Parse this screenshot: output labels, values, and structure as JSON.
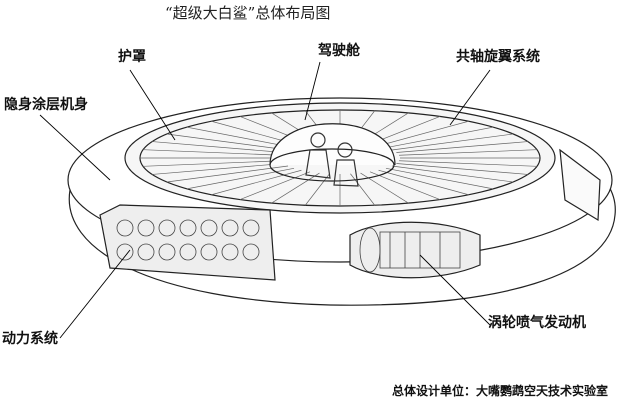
{
  "title": "“超级大白鲨”总体布局图",
  "labels": {
    "shield": "护罩",
    "cockpit": "驾驶舱",
    "rotor": "共轴旋翼系统",
    "fuselage": "隐身涂层机身",
    "power": "动力系统",
    "engine": "涡轮喷气发动机"
  },
  "footer": "总体设计单位：大嘴鹦鹉空天技术实验室"
}
